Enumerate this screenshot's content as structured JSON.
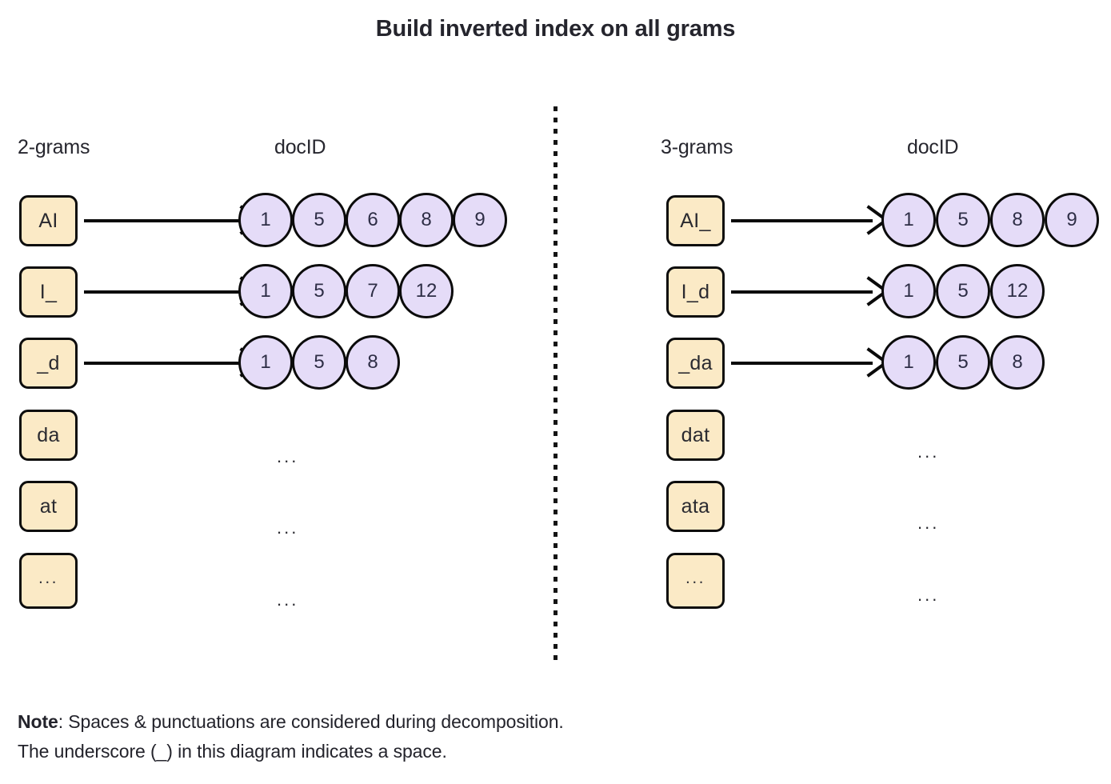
{
  "title": "Build inverted index on all grams",
  "colors": {
    "gram_box_fill": "#fbeac6",
    "doc_circle_fill": "#e5dcf8",
    "stroke": "#0b0b0b",
    "text": "#23232b"
  },
  "panels": [
    {
      "id": "left",
      "gram_header": "2-grams",
      "doc_header": "docID",
      "rows": [
        {
          "gram": "AI",
          "has_arrow": true,
          "docids": [
            "1",
            "5",
            "6",
            "8",
            "9"
          ],
          "placeholder": ""
        },
        {
          "gram": "I_",
          "has_arrow": true,
          "docids": [
            "1",
            "5",
            "7",
            "12"
          ],
          "placeholder": ""
        },
        {
          "gram": "_d",
          "has_arrow": true,
          "docids": [
            "1",
            "5",
            "8"
          ],
          "placeholder": ""
        },
        {
          "gram": "da",
          "has_arrow": false,
          "docids": [],
          "placeholder": "..."
        },
        {
          "gram": "at",
          "has_arrow": false,
          "docids": [],
          "placeholder": "..."
        },
        {
          "gram": "...",
          "has_arrow": false,
          "docids": [],
          "placeholder": "..."
        }
      ]
    },
    {
      "id": "right",
      "gram_header": "3-grams",
      "doc_header": "docID",
      "rows": [
        {
          "gram": "AI_",
          "has_arrow": true,
          "docids": [
            "1",
            "5",
            "8",
            "9"
          ],
          "placeholder": ""
        },
        {
          "gram": "I_d",
          "has_arrow": true,
          "docids": [
            "1",
            "5",
            "12"
          ],
          "placeholder": ""
        },
        {
          "gram": "_da",
          "has_arrow": true,
          "docids": [
            "1",
            "5",
            "8"
          ],
          "placeholder": ""
        },
        {
          "gram": "dat",
          "has_arrow": false,
          "docids": [],
          "placeholder": "..."
        },
        {
          "gram": "ata",
          "has_arrow": false,
          "docids": [],
          "placeholder": "..."
        },
        {
          "gram": "...",
          "has_arrow": false,
          "docids": [],
          "placeholder": "..."
        }
      ]
    }
  ],
  "note": {
    "label": "Note",
    "line1_rest": ": Spaces & punctuations are considered during decomposition.",
    "line2": "The underscore (_) in this diagram indicates a space."
  }
}
